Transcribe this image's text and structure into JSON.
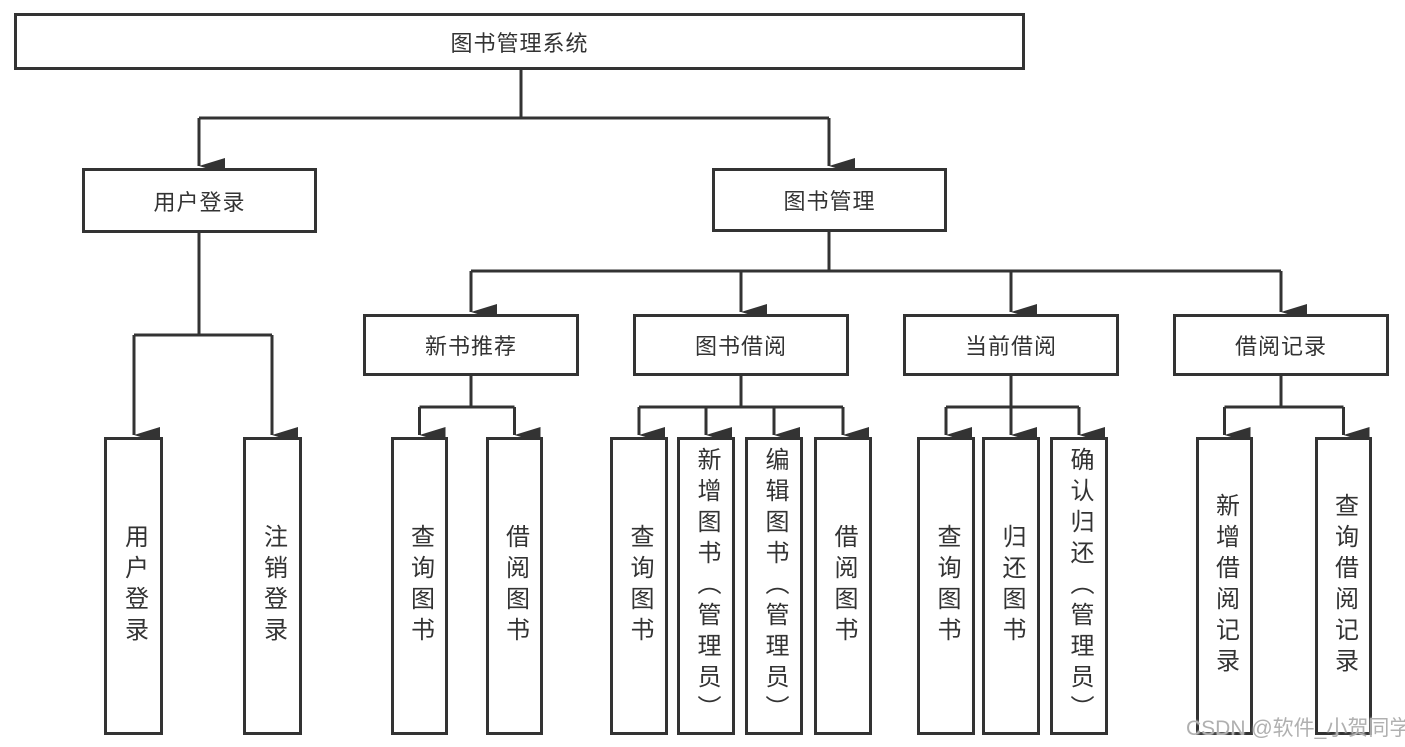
{
  "diagram": {
    "root": {
      "label": "图书管理系统"
    },
    "level2": [
      {
        "label": "用户登录",
        "children": [
          "用户登录",
          "注销登录"
        ]
      },
      {
        "label": "图书管理"
      }
    ],
    "level3": [
      {
        "label": "新书推荐",
        "children": [
          "查询图书",
          "借阅图书"
        ]
      },
      {
        "label": "图书借阅",
        "children": [
          "查询图书",
          "新增图书（管理员）",
          "编辑图书（管理员）",
          "借阅图书"
        ]
      },
      {
        "label": "当前借阅",
        "children": [
          "查询图书",
          "归还图书",
          "确认归还（管理员）"
        ]
      },
      {
        "label": "借阅记录",
        "children": [
          "新增借阅记录",
          "查询借阅记录"
        ]
      }
    ],
    "line_color": "#333333",
    "text_color": "#333333",
    "watermark_color": "#b0b0b0"
  },
  "watermark": {
    "text": "CSDN @软件_小贺同学"
  }
}
